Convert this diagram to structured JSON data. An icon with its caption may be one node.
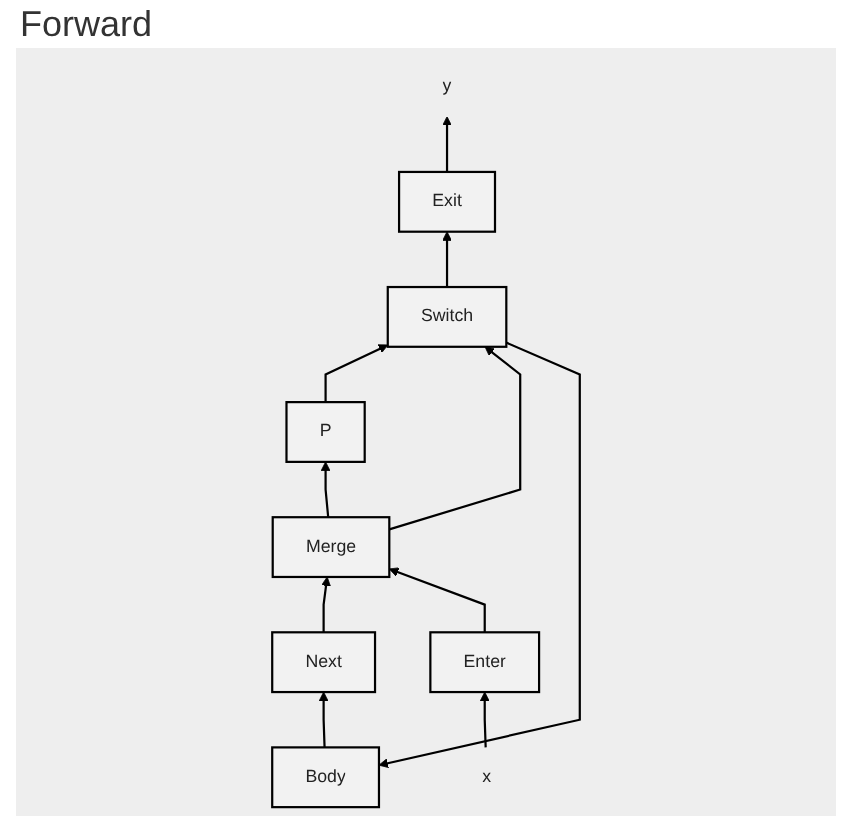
{
  "diagram": {
    "title": "Forward",
    "nodes": [
      {
        "text": [
          "Exit"
        ]
      },
      {
        "text": [
          "Body"
        ]
      },
      {
        "text": [
          "Switch"
        ]
      },
      {
        "text": [
          "P"
        ]
      },
      {
        "text": [
          "Merge"
        ]
      },
      {
        "text": [
          "Next"
        ]
      },
      {
        "text": [
          "Enter"
        ]
      },
      {
        "text": [
          "y"
        ]
      },
      {
        "text": [
          "x"
        ]
      }
    ],
    "edges": [
      {
        "from": 0,
        "to": 7,
        "arrow": "to"
      },
      {
        "from": 2,
        "to": 0,
        "arrow": "to"
      },
      {
        "from": 2,
        "to": 1,
        "arrow": "to"
      },
      {
        "from": 1,
        "to": 5,
        "arrow": "to"
      },
      {
        "from": 3,
        "to": 2,
        "arrow": "to"
      },
      {
        "from": 4,
        "to": 2,
        "arrow": "to"
      },
      {
        "from": 4,
        "to": 3,
        "arrow": "to"
      },
      {
        "from": 5,
        "to": 4,
        "arrow": "to"
      },
      {
        "from": 6,
        "to": 4,
        "arrow": "to"
      },
      {
        "from": 8,
        "to": 6,
        "arrow": "to"
      }
    ]
  }
}
